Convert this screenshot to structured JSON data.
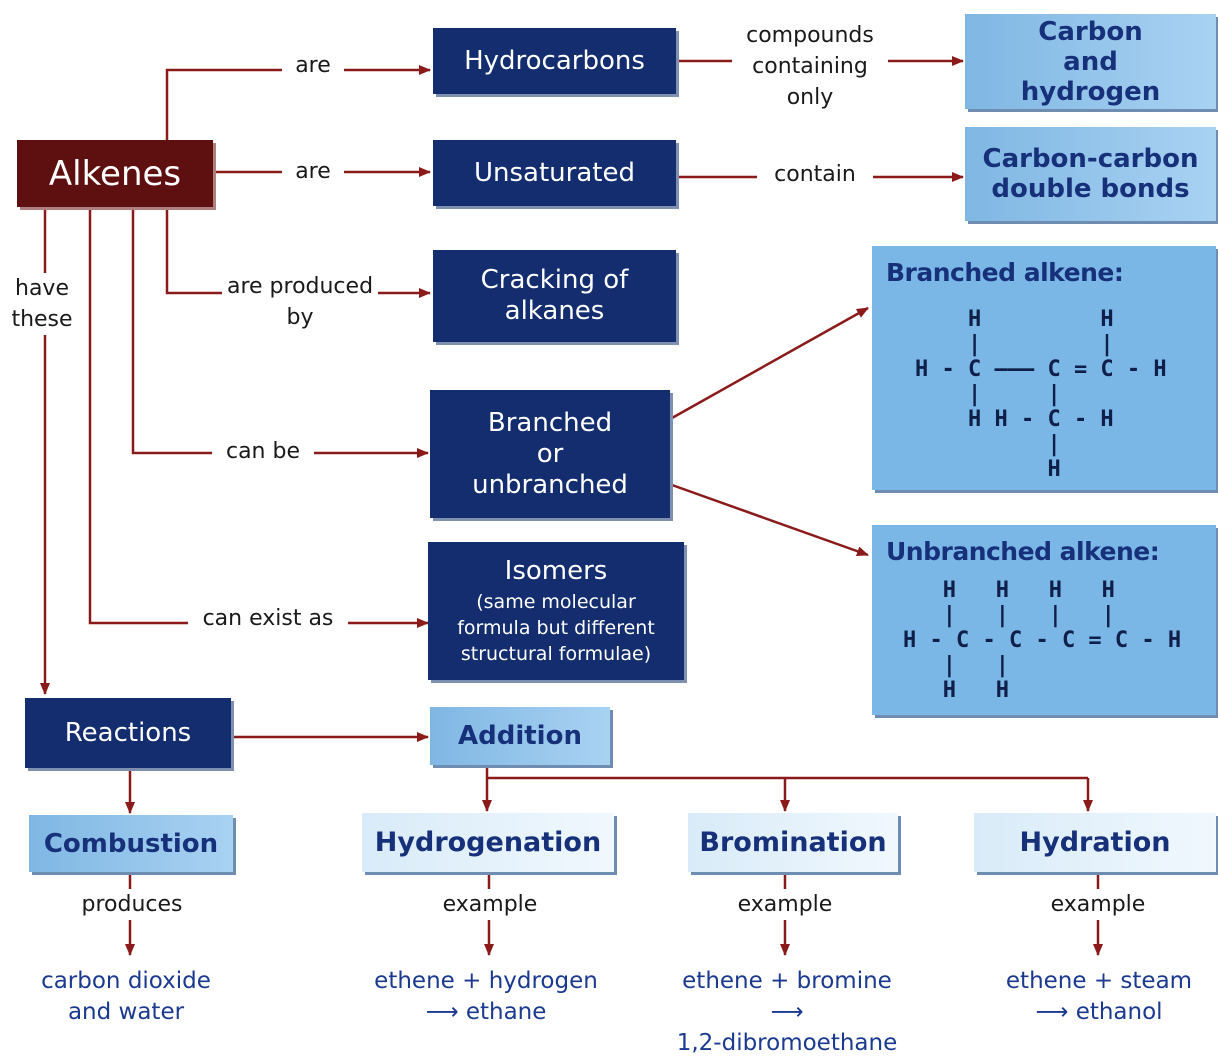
{
  "nodes": {
    "alkenes": "Alkenes",
    "hydrocarbons": "Hydrocarbons",
    "carbon_hydrogen": "Carbon and hydrogen",
    "unsaturated": "Unsaturated",
    "cc_double": "Carbon-carbon double bonds",
    "cracking": "Cracking of alkanes",
    "branched_or": "Branched or unbranched",
    "isomers": "Isomers",
    "isomers_note": "(same molecular formula but different structural formulae)",
    "reactions": "Reactions",
    "addition": "Addition",
    "combustion": "Combustion",
    "hydrogenation": "Hydrogenation",
    "bromination": "Bromination",
    "hydration": "Hydration",
    "branched_title": "Branched alkene:",
    "unbranched_title": "Unbranched alkene:"
  },
  "labels": {
    "are_1": "are",
    "compounds_only": "compounds containing only",
    "are_2": "are",
    "contain": "contain",
    "are_produced_by": "are produced by",
    "can_be": "can be",
    "can_exist_as": "can exist as",
    "have_these": "have these",
    "produces": "produces",
    "example_1": "example",
    "example_2": "example",
    "example_3": "example"
  },
  "results": {
    "combustion_line1": "carbon dioxide",
    "combustion_line2": "and water",
    "hydrogenation_line1": "ethene + hydrogen",
    "hydrogenation_line2": "⟶ ethane",
    "bromination_line1": "ethene + bromine",
    "bromination_line2": "⟶",
    "bromination_line3": "1,2-dibromoethane",
    "hydration_line1": "ethene + steam",
    "hydration_line2": "⟶ ethanol"
  },
  "formulas": {
    "branched": "    H         H\n    |         |\nH - C ——— C = C - H\n    |     |\n    H H - C - H\n          |\n          H",
    "unbranched": "   H   H   H   H\n   |   |   |   |\nH - C - C - C = C - H\n   |   |\n   H   H"
  },
  "colors": {
    "dark_box": "#132d6e",
    "maroon_box": "#5e1010",
    "light_box": "#8cc4ee",
    "arrow": "#8b1a1a",
    "result_text": "#1b3a8f"
  }
}
